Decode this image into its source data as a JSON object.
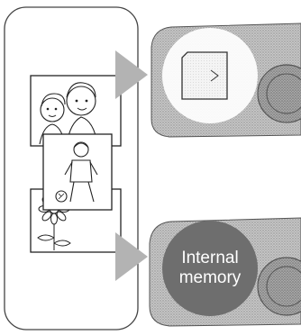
{
  "internal_memory": {
    "line1": "Internal",
    "line2": "memory"
  },
  "colors": {
    "camera_body": "#bdbdbd",
    "camera_stipple": "#8a8a8a",
    "arrow": "#b3b3b3",
    "memory_disc": "#6e6e6e",
    "outline": "#333333"
  },
  "icons": {
    "photo_frame": "photo-frame-outline",
    "memory_card": "memory-card-icon",
    "arrow": "right-arrow-icon"
  }
}
